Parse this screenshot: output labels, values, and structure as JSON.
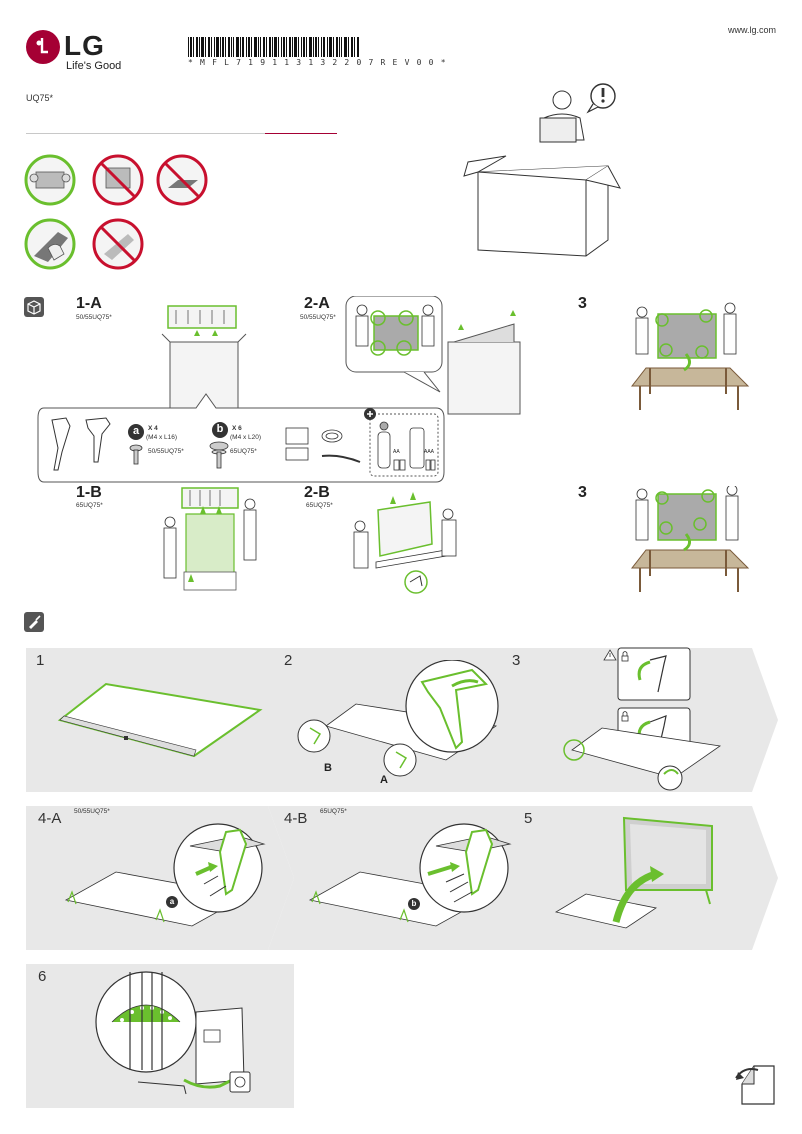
{
  "header": {
    "brand": "LG",
    "tagline": "Life's Good",
    "website": "www.lg.com",
    "part_number": "* M F L 7 1 9 1 1 3 1 3 2 2 0 7 R E V 0 0 *",
    "model": "UQ75*"
  },
  "unboxing": {
    "step_1a": {
      "label": "1-A",
      "models": "50/55UQ75*"
    },
    "step_1b": {
      "label": "1-B",
      "models": "65UQ75*"
    },
    "step_2a": {
      "label": "2-A",
      "models": "50/55UQ75*"
    },
    "step_2b": {
      "label": "2-B",
      "models": "65UQ75*"
    },
    "step_3_top": {
      "label": "3"
    },
    "step_3_bottom": {
      "label": "3"
    }
  },
  "components": {
    "screw_a": {
      "letter": "a",
      "count": "X 4",
      "size": "(M4 x L16)",
      "models": "50/55UQ75*"
    },
    "screw_b": {
      "letter": "b",
      "count": "X 6",
      "size": "(M4 x L20)",
      "models": "65UQ75*"
    },
    "battery_aa": "AA",
    "battery_aaa": "AAA",
    "plus": "+"
  },
  "assembly": {
    "p1": {
      "num": "1"
    },
    "p2": {
      "num": "2",
      "label_a": "A",
      "label_b": "B"
    },
    "p3": {
      "num": "3"
    },
    "p4a": {
      "num": "4-A",
      "models": "50/55UQ75*",
      "callout": "a"
    },
    "p4b": {
      "num": "4-B",
      "models": "65UQ75*",
      "callout": "b"
    },
    "p5": {
      "num": "5"
    },
    "p6": {
      "num": "6"
    }
  },
  "colors": {
    "green": "#6abf2e",
    "red": "#c8102e",
    "brand": "#a50034",
    "panel": "#e8e8e8",
    "wood": "#c7b79a"
  }
}
